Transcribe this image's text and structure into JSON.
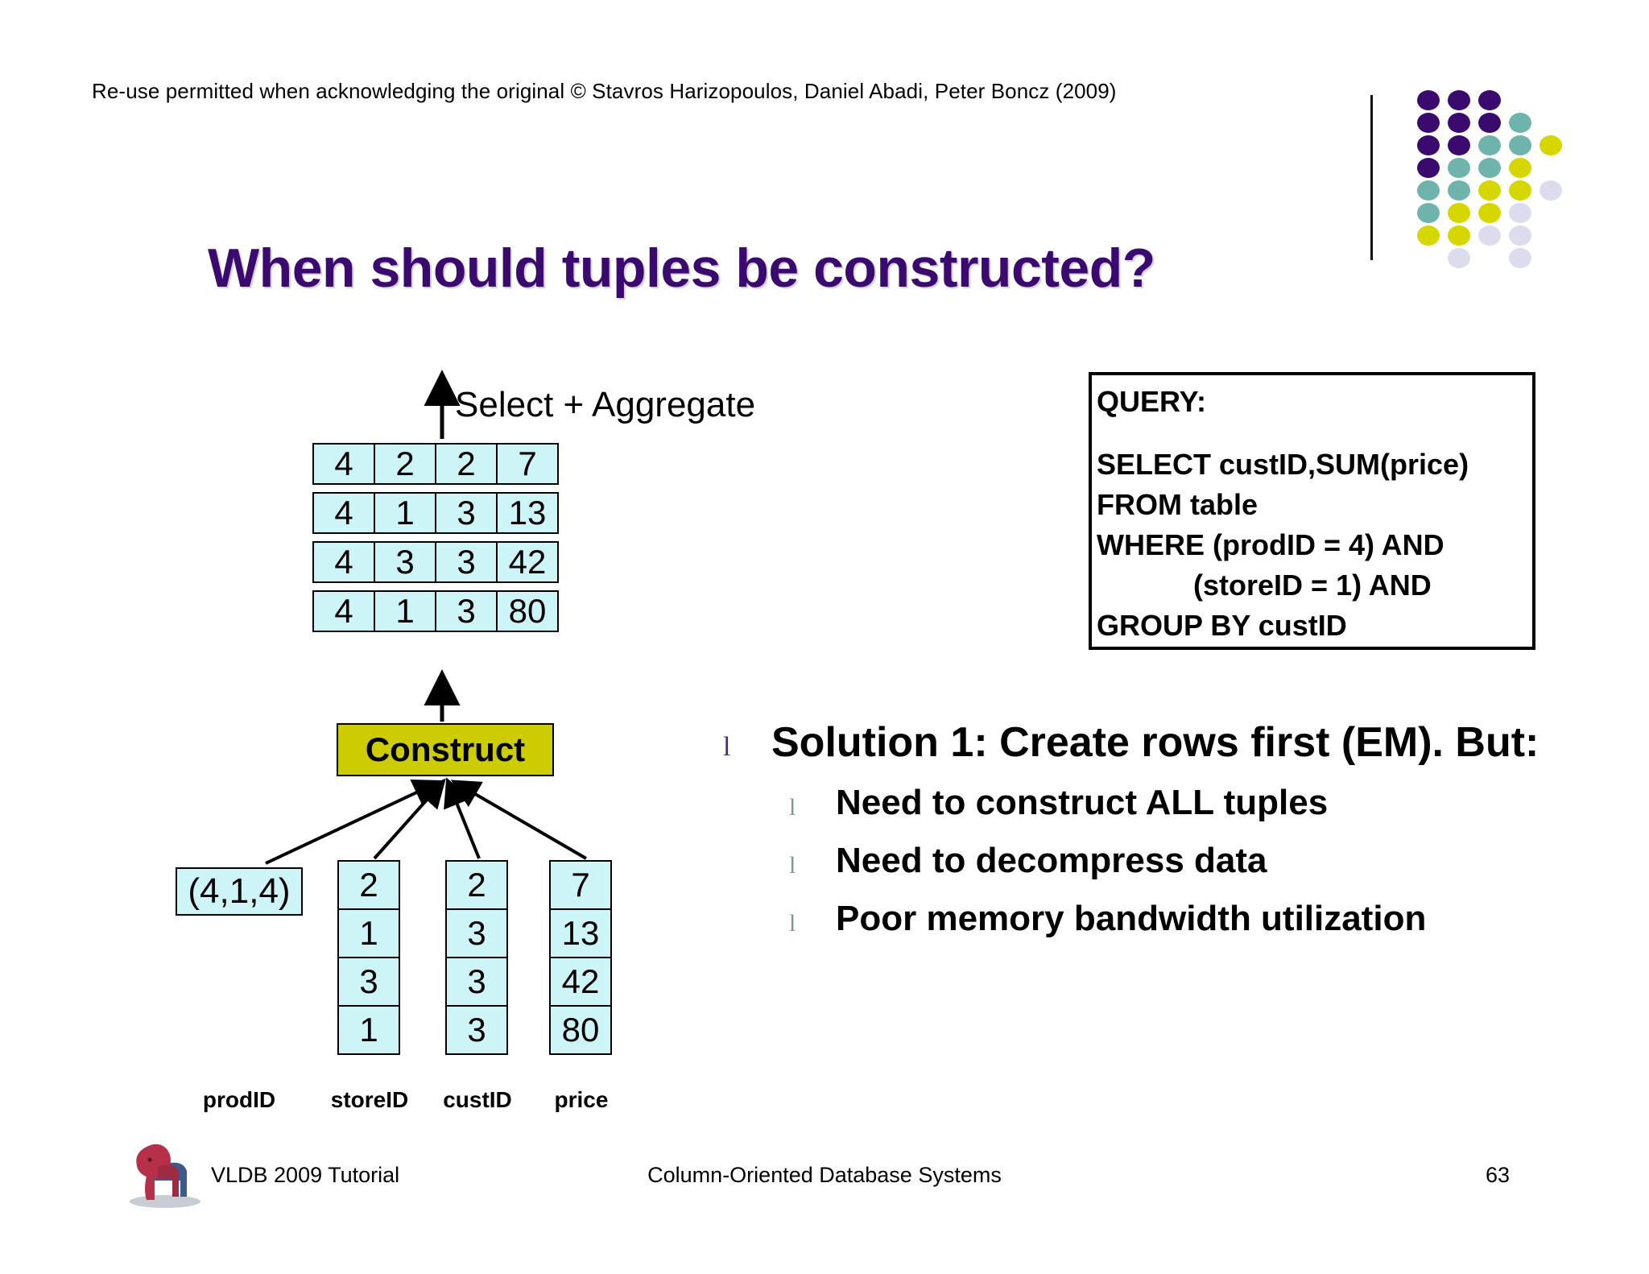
{
  "header": {
    "copyright": "Re-use permitted when acknowledging the original © Stavros Harizopoulos, Daniel Abadi, Peter Boncz (2009)",
    "title": "When should tuples be constructed?",
    "title_color": "#3b0a6e"
  },
  "logo": {
    "name": "vldb-dot-matrix-logo",
    "colors": {
      "purple": "#3b0a6e",
      "teal": "#6fb3ad",
      "yellow": "#d6d600",
      "lavender": "#dcdcee"
    },
    "grid": [
      [
        "purple",
        "purple",
        "purple",
        "",
        ""
      ],
      [
        "purple",
        "purple",
        "purple",
        "teal",
        ""
      ],
      [
        "purple",
        "purple",
        "teal",
        "teal",
        "yellow"
      ],
      [
        "purple",
        "teal",
        "teal",
        "yellow",
        ""
      ],
      [
        "teal",
        "teal",
        "yellow",
        "yellow",
        "lavender"
      ],
      [
        "teal",
        "yellow",
        "yellow",
        "lavender",
        ""
      ],
      [
        "yellow",
        "yellow",
        "lavender",
        "lavender",
        ""
      ],
      [
        "",
        "lavender",
        "",
        "lavender",
        ""
      ]
    ]
  },
  "diagram": {
    "select_aggregate_label": "Select + Aggregate",
    "construct_label": "Construct",
    "construct_color": "#cccc00",
    "cell_color": "#cdf4f7",
    "result_rows": [
      [
        "4",
        "2",
        "2",
        "7"
      ],
      [
        "4",
        "1",
        "3",
        "13"
      ],
      [
        "4",
        "3",
        "3",
        "42"
      ],
      [
        "4",
        "1",
        "3",
        "80"
      ]
    ],
    "prodID_value": "(4,1,4)",
    "columns": [
      {
        "label": "prodID",
        "values": [
          "(4,1,4)"
        ]
      },
      {
        "label": "storeID",
        "values": [
          "2",
          "1",
          "3",
          "1"
        ]
      },
      {
        "label": "custID",
        "values": [
          "2",
          "3",
          "3",
          "3"
        ]
      },
      {
        "label": "price",
        "values": [
          "7",
          "13",
          "42",
          "80"
        ]
      }
    ]
  },
  "query_box": {
    "heading": "QUERY:",
    "lines": [
      "SELECT custID,SUM(price)",
      "FROM table",
      "WHERE (prodID = 4) AND",
      "            (storeID = 1) AND",
      "GROUP BY custID"
    ]
  },
  "bullets": {
    "level1": {
      "marker": "l",
      "text": "Solution 1: Create rows first (EM). But:"
    },
    "level2": [
      {
        "marker": "l",
        "text": "Need to construct ALL tuples"
      },
      {
        "marker": "l",
        "text": "Need to decompress data"
      },
      {
        "marker": "l",
        "text": "Poor memory bandwidth utilization"
      }
    ]
  },
  "footer": {
    "left": "VLDB 2009 Tutorial",
    "center": "Column-Oriented Database Systems",
    "page": "63",
    "logo_name": "vldb-lion-statue-logo"
  }
}
